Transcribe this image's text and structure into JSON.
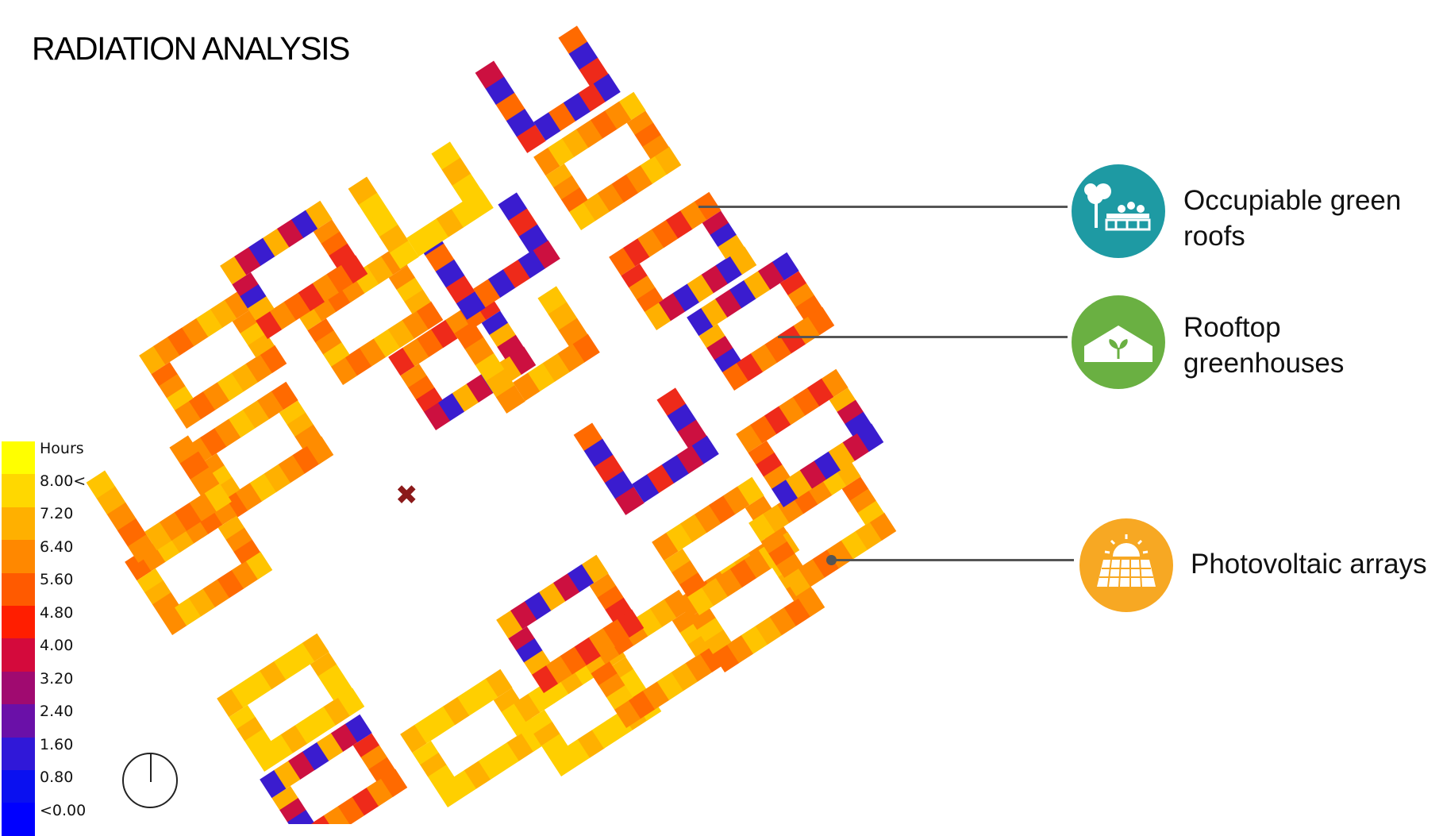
{
  "title": "RADIATION ANALYSIS",
  "legend": {
    "header": "Hours",
    "labels": [
      "8.00<",
      "7.20",
      "6.40",
      "5.60",
      "4.80",
      "4.00",
      "3.20",
      "2.40",
      "1.60",
      "0.80",
      "<0.00"
    ],
    "colors": [
      "#ffff00",
      "#ffd800",
      "#ffb000",
      "#ff8800",
      "#ff5a00",
      "#ff1e00",
      "#d40a3c",
      "#a00a70",
      "#6a10a8",
      "#3018d8",
      "#0a10f0",
      "#0000ff"
    ]
  },
  "map": {
    "site_marker": "✖"
  },
  "callouts": [
    {
      "label_line1": "Occupiable green",
      "label_line2": "roofs",
      "color": "#1e9aa3",
      "icon": "tree-people-icon"
    },
    {
      "label_line1": "Rooftop",
      "label_line2": "greenhouses",
      "color": "#6ab042",
      "icon": "greenhouse-icon"
    },
    {
      "label_line1": "Photovoltaic arrays",
      "label_line2": "",
      "color": "#f7a823",
      "icon": "solar-panel-icon"
    }
  ],
  "north_arrow": "north-arrow-icon"
}
